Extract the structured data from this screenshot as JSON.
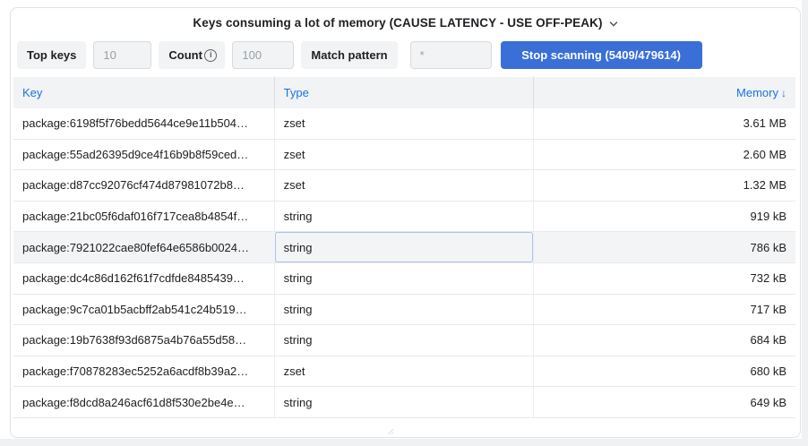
{
  "panel": {
    "title": "Keys consuming a lot of memory (CAUSE LATENCY - USE OFF-PEAK)"
  },
  "toolbar": {
    "top_keys_label": "Top keys",
    "top_keys_value": "10",
    "count_label": "Count",
    "count_value": "100",
    "match_pattern_label": "Match pattern",
    "match_pattern_value": "*",
    "scan_button_label": "Stop scanning (5409/479614)",
    "scan_progress": "5409/479614"
  },
  "table": {
    "columns": {
      "key": "Key",
      "type": "Type",
      "memory": "Memory"
    },
    "sort": {
      "column": "Memory",
      "direction": "desc",
      "icon": "↓"
    },
    "rows": [
      {
        "key": "package:6198f5f76bedd5644ce9e11b504…",
        "type": "zset",
        "memory": "3.61 MB"
      },
      {
        "key": "package:55ad26395d9ce4f16b9b8f59ced…",
        "type": "zset",
        "memory": "2.60 MB"
      },
      {
        "key": "package:d87cc92076cf474d87981072b8…",
        "type": "zset",
        "memory": "1.32 MB"
      },
      {
        "key": "package:21bc05f6daf016f717cea8b4854f…",
        "type": "string",
        "memory": "919 kB"
      },
      {
        "key": "package:7921022cae80fef64e6586b0024…",
        "type": "string",
        "memory": "786 kB",
        "highlighted": true
      },
      {
        "key": "package:dc4c86d162f61f7cdfde8485439…",
        "type": "string",
        "memory": "732 kB"
      },
      {
        "key": "package:9c7ca01b5acbff2ab541c24b519…",
        "type": "string",
        "memory": "717 kB"
      },
      {
        "key": "package:19b7638f93d6875a4b76a55d58…",
        "type": "string",
        "memory": "684 kB"
      },
      {
        "key": "package:f70878283ec5252a6acdf8b39a2…",
        "type": "zset",
        "memory": "680 kB"
      },
      {
        "key": "package:f8dcd8a246acf61d8f530e2be4e…",
        "type": "string",
        "memory": "649 kB"
      }
    ]
  },
  "icons": {
    "title_chevron": "chevron-down",
    "count_info": "info",
    "memory_sort": "arrow-down"
  },
  "colors": {
    "button_blue": "#3b6fd8",
    "header_link_blue": "#1a73e8",
    "chip_background": "#f1f3f4",
    "focused_cell_border": "#a9c3ef"
  }
}
